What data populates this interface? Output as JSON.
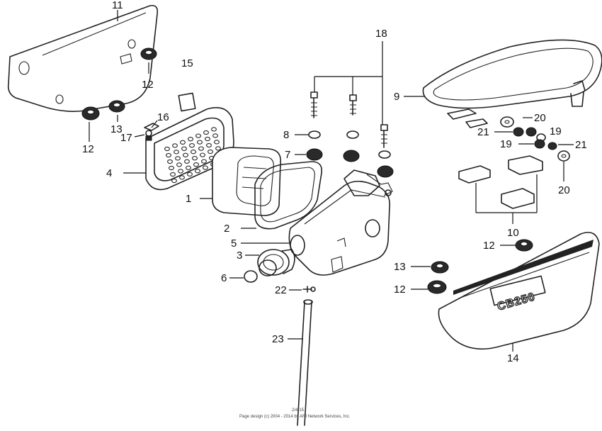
{
  "callouts": {
    "c1": "1",
    "c2": "2",
    "c3": "3",
    "c4": "4",
    "c5": "5",
    "c6": "6",
    "c7": "7",
    "c8": "8",
    "c9": "9",
    "c10": "10",
    "c11": "11",
    "c12a": "12",
    "c12b": "12",
    "c12c": "12",
    "c12d": "12",
    "c13a": "13",
    "c13b": "13",
    "c14": "14",
    "c15": "15",
    "c16": "16",
    "c17": "17",
    "c18": "18",
    "c19a": "19",
    "c19b": "19",
    "c20a": "20",
    "c20b": "20",
    "c21a": "21",
    "c21b": "21",
    "c22": "22",
    "c23": "23"
  },
  "cover_emblem": "CB250",
  "footer": {
    "code": "2/4-15",
    "copyright": "Page design (c) 2004 - 2014 by ARI Network Services, Inc."
  }
}
